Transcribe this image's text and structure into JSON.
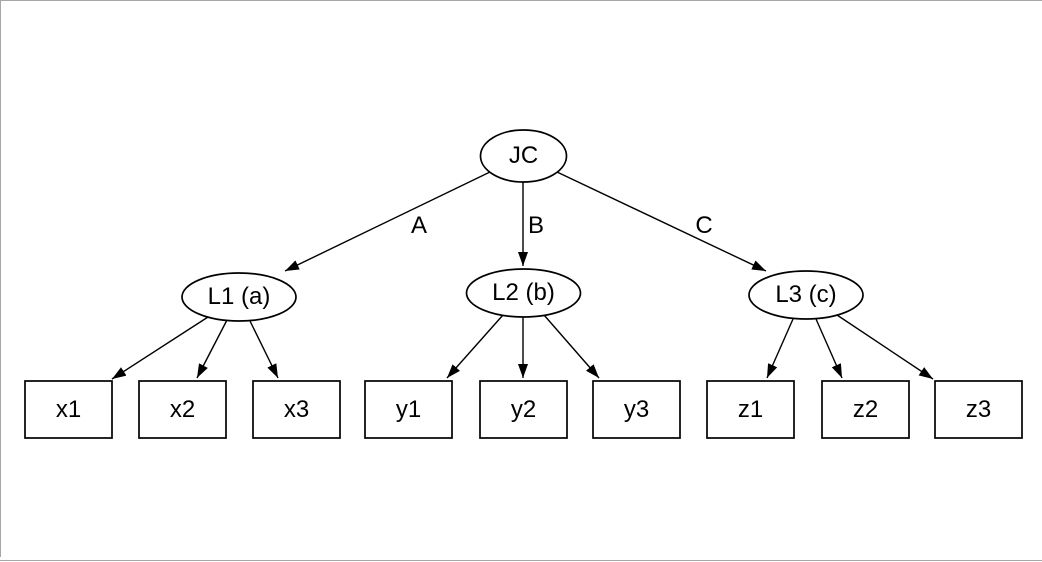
{
  "frame": {
    "background_color": "#ffffff",
    "border_color": "#a6a6a6",
    "node_stroke_color": "#000000"
  },
  "diagram": {
    "type": "tree-graph",
    "root": {
      "id": "JC",
      "label": "JC"
    },
    "latents": [
      {
        "id": "L1",
        "label": "L1 (a)"
      },
      {
        "id": "L2",
        "label": "L2 (b)"
      },
      {
        "id": "L3",
        "label": "L3 (c)"
      }
    ],
    "root_edges": [
      {
        "from": "JC",
        "to": "L1",
        "label": "A"
      },
      {
        "from": "JC",
        "to": "L2",
        "label": "B"
      },
      {
        "from": "JC",
        "to": "L3",
        "label": "C"
      }
    ],
    "observed": [
      {
        "id": "x1",
        "label": "x1",
        "parent": "L1"
      },
      {
        "id": "x2",
        "label": "x2",
        "parent": "L1"
      },
      {
        "id": "x3",
        "label": "x3",
        "parent": "L1"
      },
      {
        "id": "y1",
        "label": "y1",
        "parent": "L2"
      },
      {
        "id": "y2",
        "label": "y2",
        "parent": "L2"
      },
      {
        "id": "y3",
        "label": "y3",
        "parent": "L2"
      },
      {
        "id": "z1",
        "label": "z1",
        "parent": "L3"
      },
      {
        "id": "z2",
        "label": "z2",
        "parent": "L3"
      },
      {
        "id": "z3",
        "label": "z3",
        "parent": "L3"
      }
    ]
  }
}
